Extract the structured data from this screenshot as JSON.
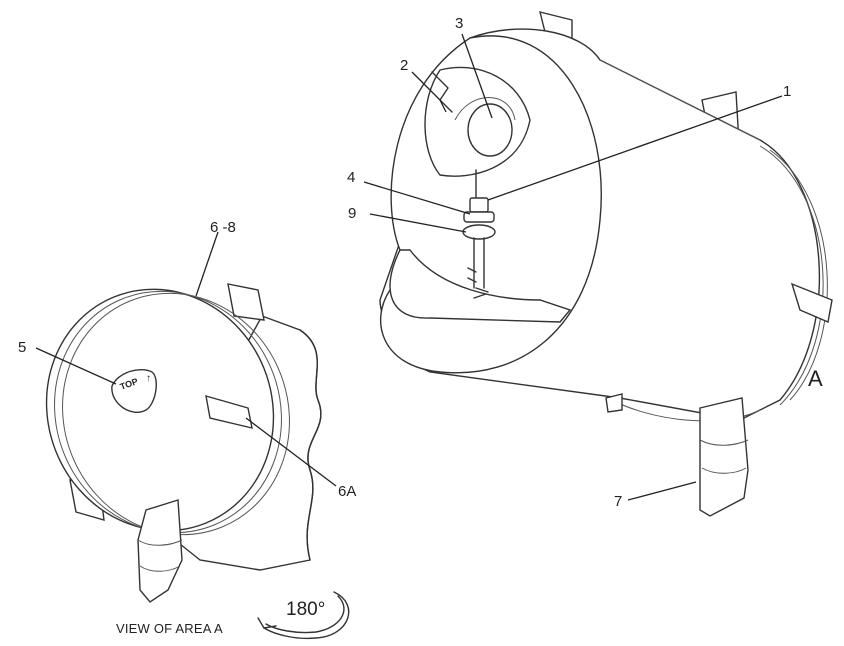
{
  "callouts": {
    "c1": "1",
    "c2": "2",
    "c3": "3",
    "c4": "4",
    "c9": "9",
    "c6_8": "6 -8",
    "c5": "5",
    "c6a": "6A",
    "c7": "7",
    "area_a": "A"
  },
  "view_caption": "VIEW OF AREA A",
  "rotation_label": "180°",
  "plate_text": {
    "line1": "TOP",
    "line2": "↑"
  }
}
